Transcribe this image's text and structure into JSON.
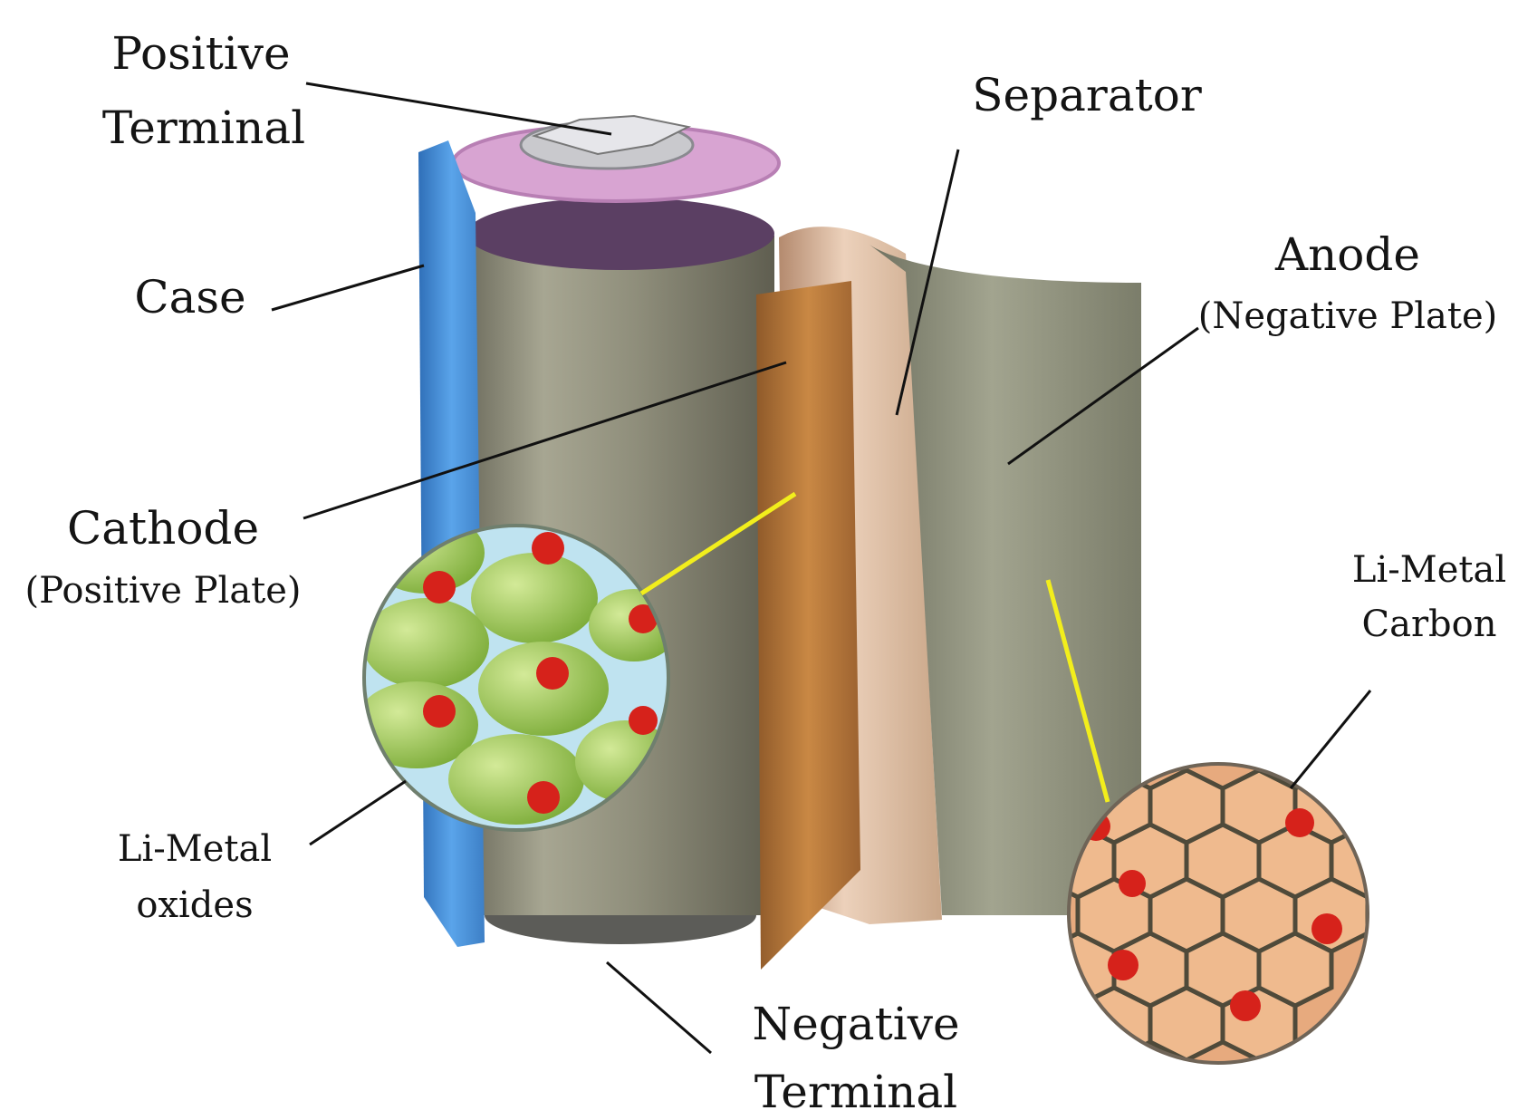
{
  "labels": {
    "positive_terminal": [
      "Positive",
      "Terminal"
    ],
    "separator": "Separator",
    "anode": "Anode",
    "anode_sub": "(Negative Plate)",
    "case": "Case",
    "cathode": "Cathode",
    "cathode_sub": "(Positive Plate)",
    "li_metal_carbon": [
      "Li-Metal",
      "Carbon"
    ],
    "li_metal_oxides": [
      "Li-Metal",
      "oxides"
    ],
    "negative_terminal": [
      "Negative",
      "Terminal"
    ]
  },
  "colors": {
    "case": "#4a90d9",
    "cathode_foil": "#b8763a",
    "separator": "#d9b79a",
    "anode_foil": "#8a8c78",
    "cell_body": "#8e8d7a",
    "top_ring": "#d8a4d2",
    "oxide_sphere": "#9cc654",
    "oxide_bg": "#bfe3f0",
    "carbon_bg": "#e7aa7e",
    "lithium_dot": "#d6221b",
    "callout_line": "#f2ee1c"
  }
}
